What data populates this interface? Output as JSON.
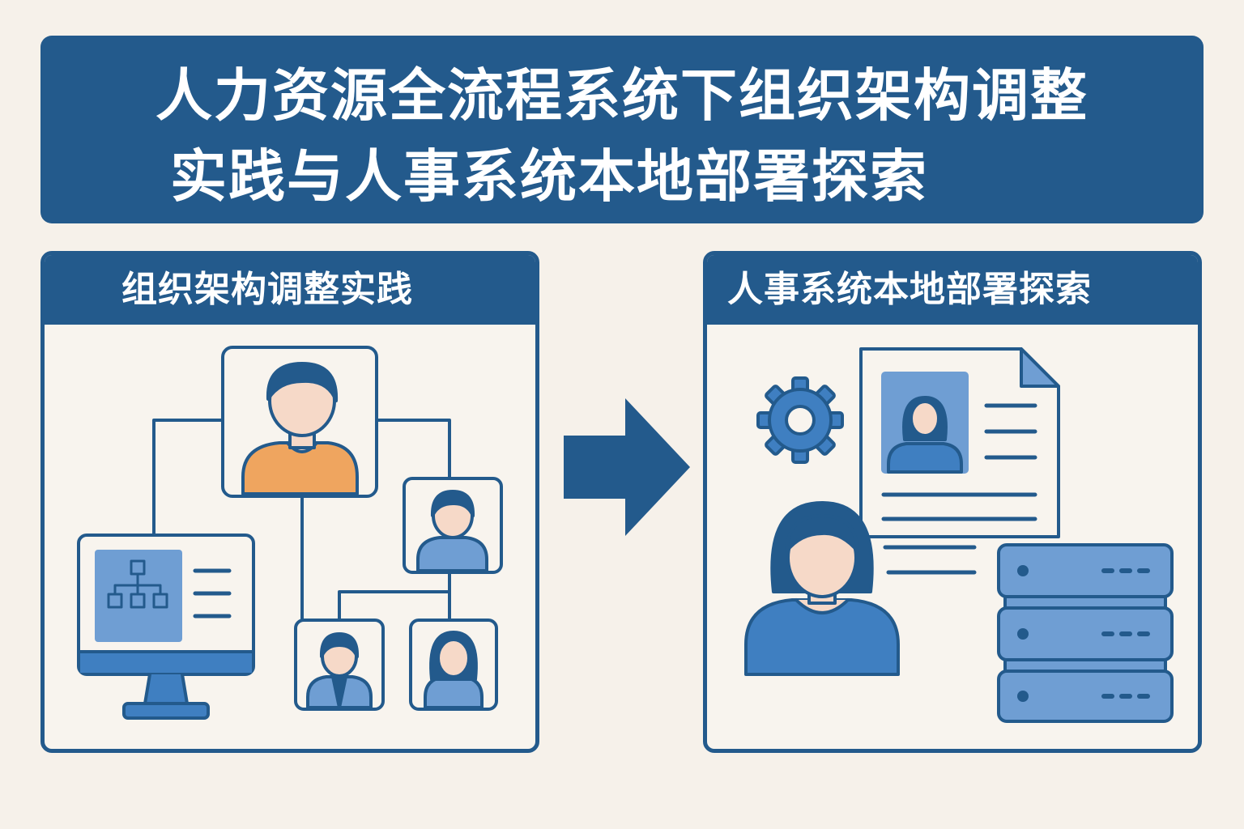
{
  "title": {
    "line1": "人力资源全流程系统下组织架构调整",
    "line2": "实践与人事系统本地部署探索"
  },
  "panels": {
    "left": {
      "header": "组织架构调整实践"
    },
    "right": {
      "header": "人事系统本地部署探索"
    }
  },
  "colors": {
    "navy": "#235a8c",
    "blue": "#3f7fc1",
    "light_blue": "#6f9ed3",
    "orange": "#efa55f",
    "skin": "#f6d9c8",
    "background": "#f6f1ea"
  },
  "icons": {
    "flow_arrow": "arrow-right-icon",
    "org_manager": "manager-avatar-icon",
    "org_monitor": "org-chart-monitor-icon",
    "settings": "gear-icon",
    "document": "employee-profile-document-icon",
    "server": "server-stack-icon",
    "user": "user-avatar-icon"
  }
}
